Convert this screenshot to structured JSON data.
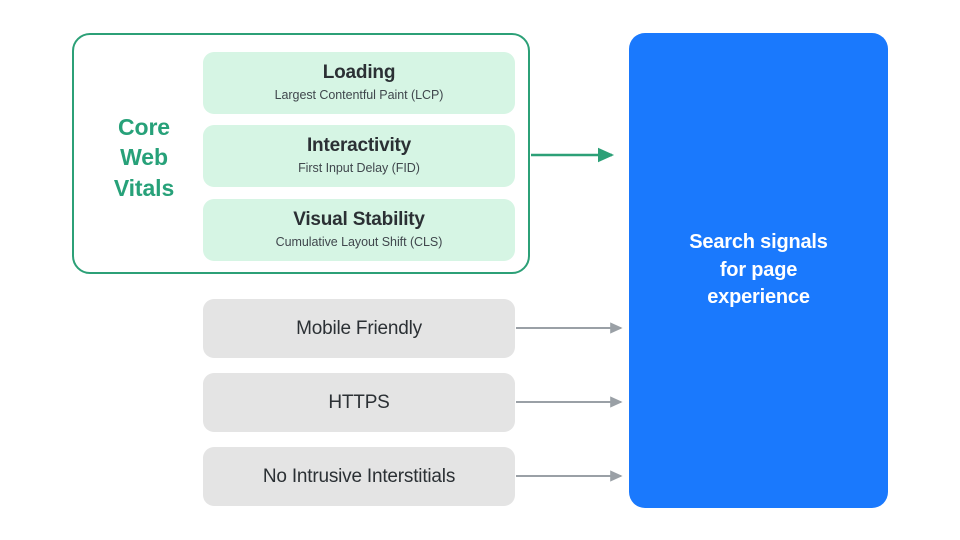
{
  "diagram": {
    "title": "Search signals for page experience",
    "colors": {
      "green_accent": "#27A179",
      "green_card_bg": "#D6F5E4",
      "gray_card_bg": "#E4E4E4",
      "blue_panel": "#1A79FD",
      "arrow_gray": "#9AA0A6",
      "arrow_green": "#2CA077",
      "text_dark": "#2B3034",
      "text_white": "#FFFFFF"
    }
  },
  "core_web_vitals": {
    "group_label": "Core\nWeb\nVitals",
    "group_label_lines": [
      "Core",
      "Web",
      "Vitals"
    ],
    "metrics": [
      {
        "title": "Loading",
        "subtitle": "Largest Contentful Paint (LCP)",
        "abbr": "LCP"
      },
      {
        "title": "Interactivity",
        "subtitle": "First Input Delay (FID)",
        "abbr": "FID"
      },
      {
        "title": "Visual Stability",
        "subtitle": "Cumulative Layout Shift (CLS)",
        "abbr": "CLS"
      }
    ]
  },
  "other_signals": [
    {
      "label": "Mobile Friendly"
    },
    {
      "label": "HTTPS"
    },
    {
      "label": "No Intrusive Interstitials"
    }
  ],
  "destination": {
    "text": "Search signals\nfor page\nexperience",
    "lines": [
      "Search signals",
      "for page",
      "experience"
    ]
  },
  "arrows": [
    {
      "name": "core-web-vitals-arrow",
      "color": "#2CA077",
      "from": "core-web-vitals-group",
      "to": "search-signals-panel"
    },
    {
      "name": "mobile-friendly-arrow",
      "color": "#9AA0A6",
      "from": "mobile-friendly-box",
      "to": "search-signals-panel"
    },
    {
      "name": "https-arrow",
      "color": "#9AA0A6",
      "from": "https-box",
      "to": "search-signals-panel"
    },
    {
      "name": "no-intrusive-interstitials-arrow",
      "color": "#9AA0A6",
      "from": "no-intrusive-interstitials-box",
      "to": "search-signals-panel"
    }
  ]
}
